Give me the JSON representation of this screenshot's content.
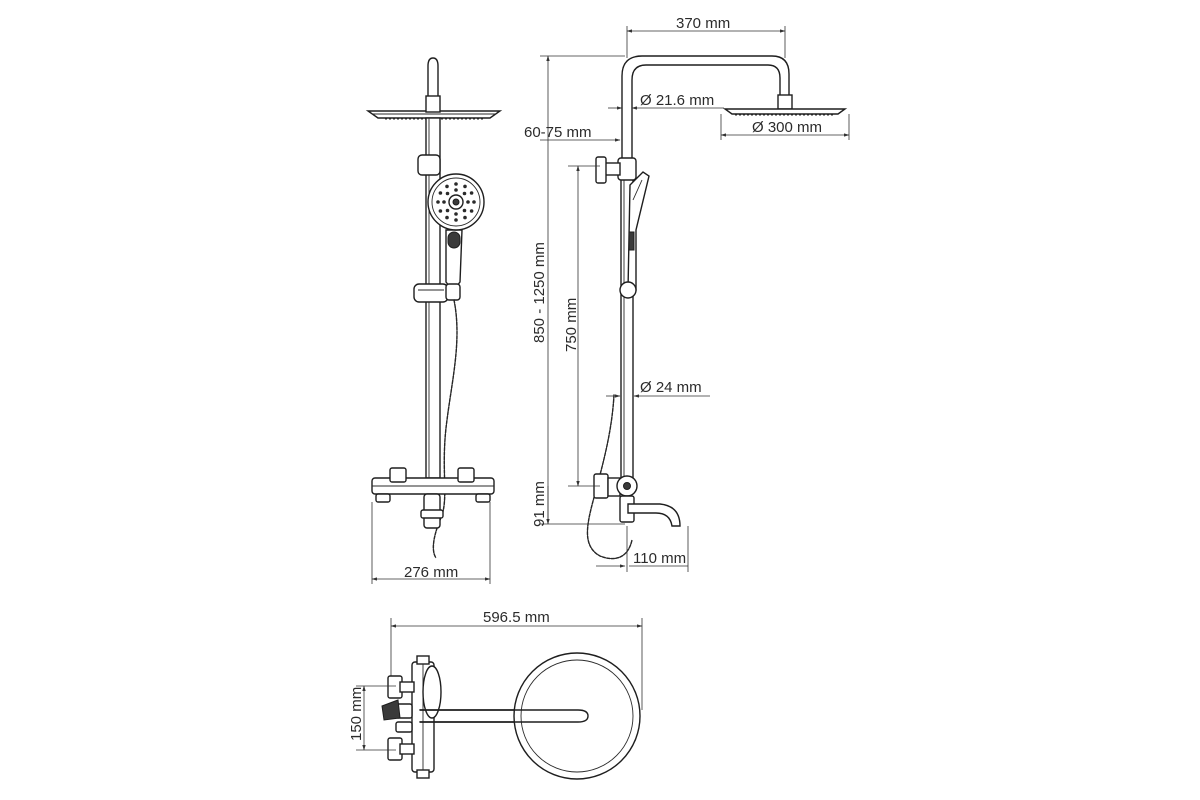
{
  "dimensions": {
    "arm_length": "370 mm",
    "arm_pipe_diameter": "Ø 21.6 mm",
    "head_diameter": "Ø 300 mm",
    "head_offset": "60-75 mm",
    "height_range": "850 - 1250 mm",
    "slide_bar": "750 mm",
    "pipe_diameter": "Ø 24 mm",
    "mixer_to_spout": "91 mm",
    "spout_length": "110 mm",
    "mixer_width": "276 mm",
    "top_total_length": "596.5 mm",
    "inlet_spacing": "150 mm"
  }
}
